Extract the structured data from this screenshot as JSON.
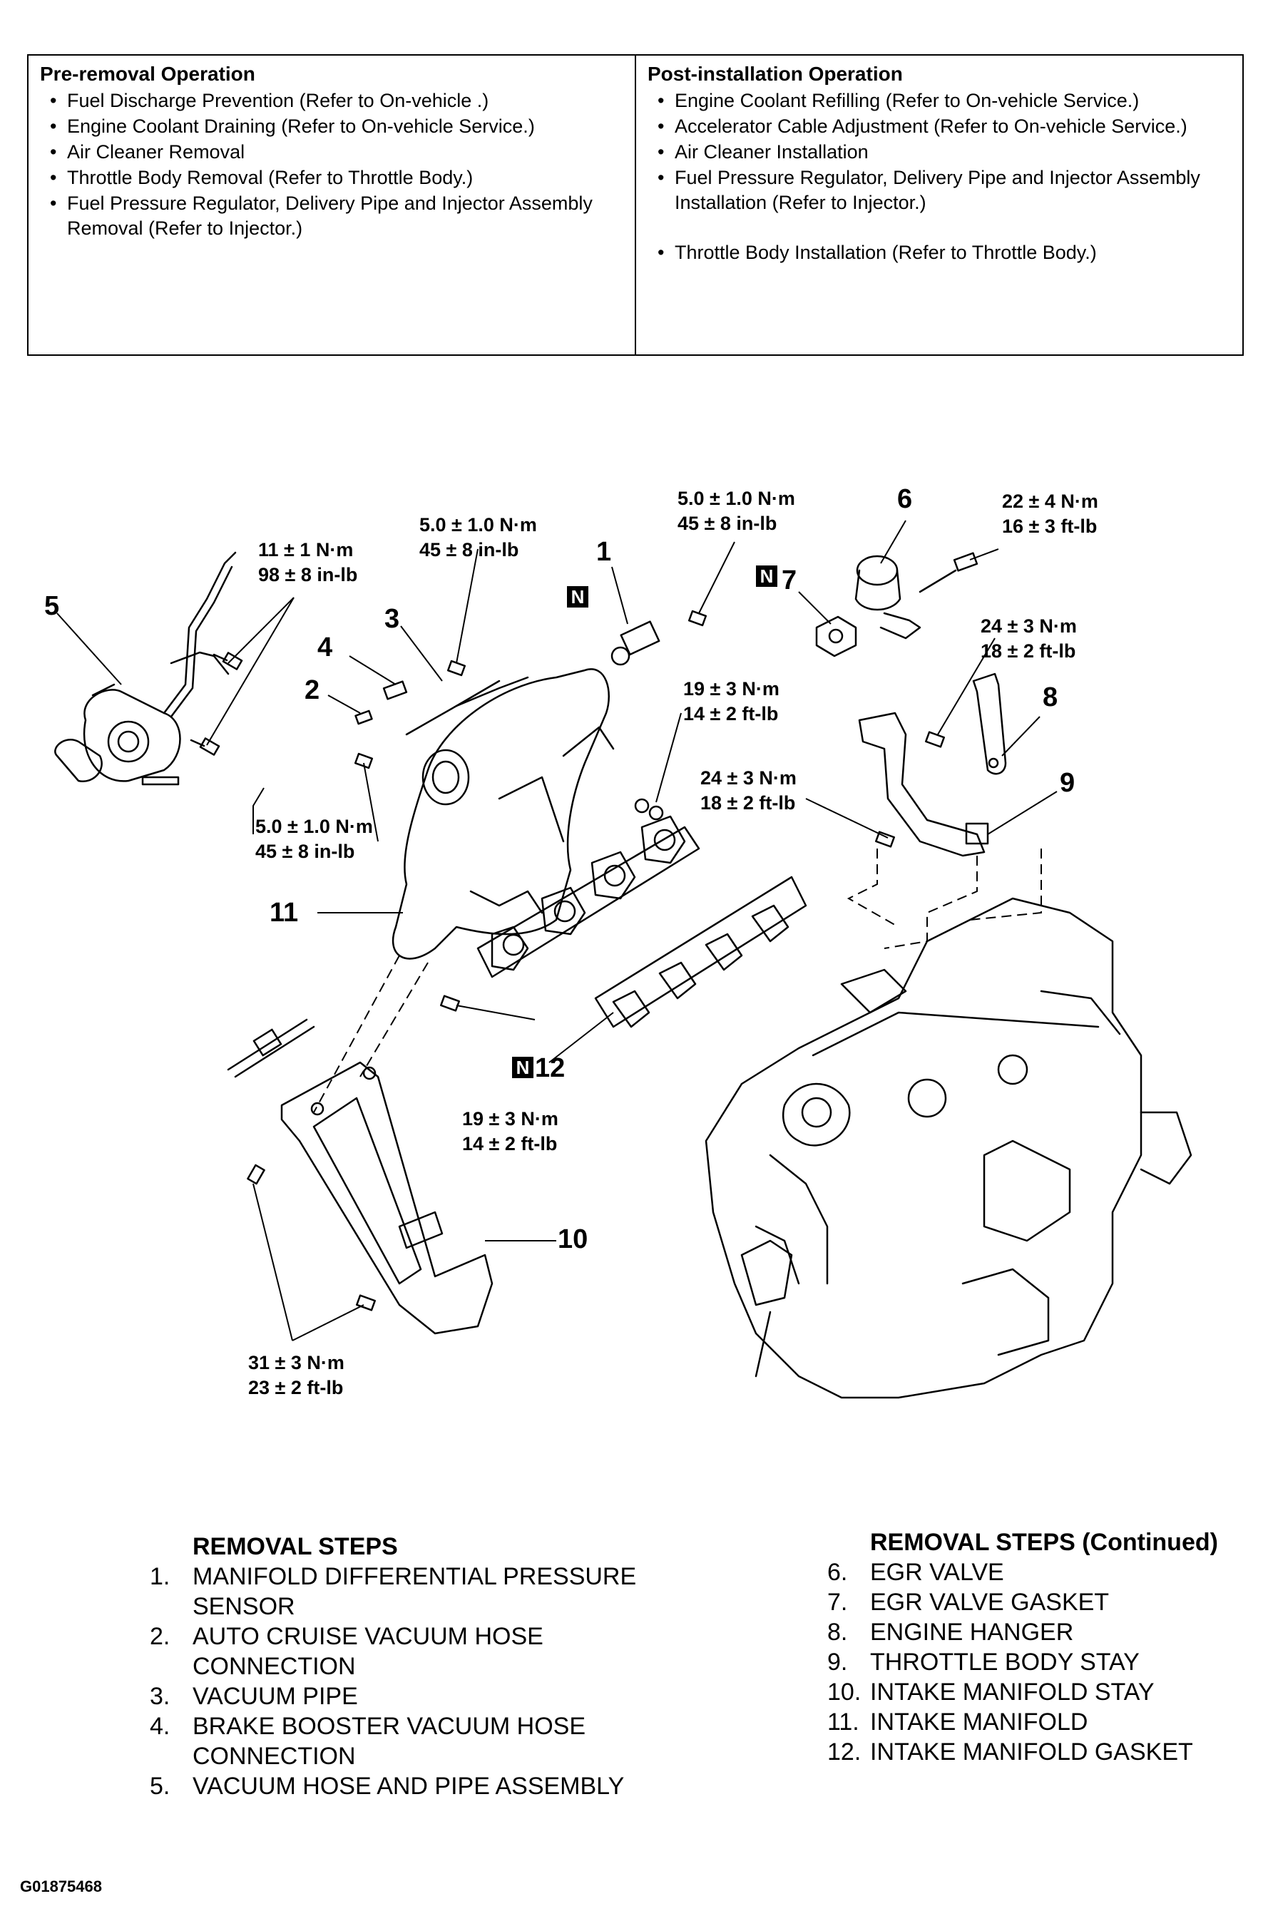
{
  "pre_removal": {
    "title": "Pre-removal Operation",
    "items": [
      "Fuel Discharge Prevention (Refer to On-vehicle .)",
      "Engine Coolant Draining (Refer to On-vehicle Service.)",
      "Air Cleaner Removal",
      "Throttle Body Removal (Refer to Throttle Body.)",
      "Fuel Pressure Regulator, Delivery Pipe and Injector Assembly Removal (Refer to Injector.)"
    ]
  },
  "post_installation": {
    "title": "Post-installation Operation",
    "items": [
      "Engine Coolant Refilling (Refer to On-vehicle Service.)",
      "Accelerator Cable Adjustment (Refer to On-vehicle Service.)",
      "Air Cleaner Installation",
      "Fuel Pressure Regulator, Delivery Pipe and Injector Assembly Installation (Refer to Injector.)",
      "Throttle Body Installation (Refer to Throttle Body.)"
    ]
  },
  "diagram": {
    "callouts": [
      "1",
      "2",
      "3",
      "4",
      "5",
      "6",
      "7",
      "8",
      "9",
      "10",
      "11",
      "12"
    ],
    "new_part_mark": "N",
    "torques": {
      "t_11": [
        "11 ± 1 N·m",
        "98 ± 8 in-lb"
      ],
      "t_5a": [
        "5.0 ± 1.0 N·m",
        "45 ± 8 in-lb"
      ],
      "t_5b": [
        "5.0 ± 1.0 N·m",
        "45 ± 8 in-lb"
      ],
      "t_5c": [
        "5.0 ± 1.0 N·m",
        "45 ± 8 in-lb"
      ],
      "t_22": [
        "22 ± 4 N·m",
        "16 ± 3 ft-lb"
      ],
      "t_24a": [
        "24 ± 3 N·m",
        "18 ± 2 ft-lb"
      ],
      "t_19a": [
        "19 ± 3 N·m",
        "14 ± 2 ft-lb"
      ],
      "t_24b": [
        "24 ± 3 N·m",
        "18 ± 2 ft-lb"
      ],
      "t_19b": [
        "19 ± 3 N·m",
        "14 ± 2 ft-lb"
      ],
      "t_31": [
        "31 ± 3 N·m",
        "23 ± 2 ft-lb"
      ]
    }
  },
  "removal_steps": {
    "title": "REMOVAL STEPS",
    "items": [
      {
        "num": "1.",
        "text": "MANIFOLD DIFFERENTIAL PRESSURE SENSOR"
      },
      {
        "num": "2.",
        "text": "AUTO CRUISE VACUUM HOSE CONNECTION"
      },
      {
        "num": "3.",
        "text": "VACUUM PIPE"
      },
      {
        "num": "4.",
        "text": "BRAKE BOOSTER VACUUM HOSE CONNECTION"
      },
      {
        "num": "5.",
        "text": "VACUUM HOSE AND PIPE ASSEMBLY"
      }
    ]
  },
  "removal_steps_continued": {
    "title": "REMOVAL STEPS (Continued)",
    "items": [
      {
        "num": "6.",
        "text": "EGR VALVE"
      },
      {
        "num": "7.",
        "text": "EGR VALVE GASKET"
      },
      {
        "num": "8.",
        "text": "ENGINE HANGER"
      },
      {
        "num": "9.",
        "text": "THROTTLE BODY STAY"
      },
      {
        "num": "10.",
        "text": "INTAKE MANIFOLD STAY"
      },
      {
        "num": "11.",
        "text": "INTAKE MANIFOLD"
      },
      {
        "num": "12.",
        "text": "INTAKE MANIFOLD GASKET"
      }
    ]
  },
  "figure_id": "G01875468"
}
